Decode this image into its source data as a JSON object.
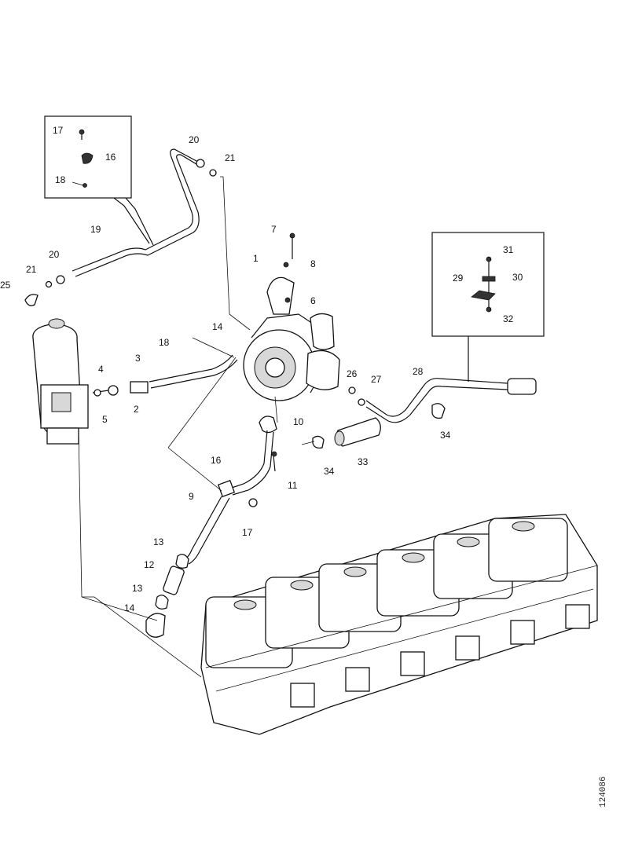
{
  "figure_code": "124086",
  "callouts": {
    "c1": "1",
    "c2": "2",
    "c3": "3",
    "c4": "4",
    "c5": "5",
    "c6": "6",
    "c7": "7",
    "c8": "8",
    "c9": "9",
    "c10": "10",
    "c11": "11",
    "c12": "12",
    "c13a": "13",
    "c13b": "13",
    "c14a": "14",
    "c14b": "14",
    "c16a": "16",
    "c16b": "16",
    "c17a": "17",
    "c17b": "17",
    "c18a": "18",
    "c18b": "18",
    "c19": "19",
    "c20a": "20",
    "c20b": "20",
    "c21a": "21",
    "c21b": "21",
    "c25": "25",
    "c26": "26",
    "c27": "27",
    "c28": "28",
    "c29": "29",
    "c30": "30",
    "c31": "31",
    "c32": "32",
    "c33": "33",
    "c34a": "34",
    "c34b": "34"
  }
}
